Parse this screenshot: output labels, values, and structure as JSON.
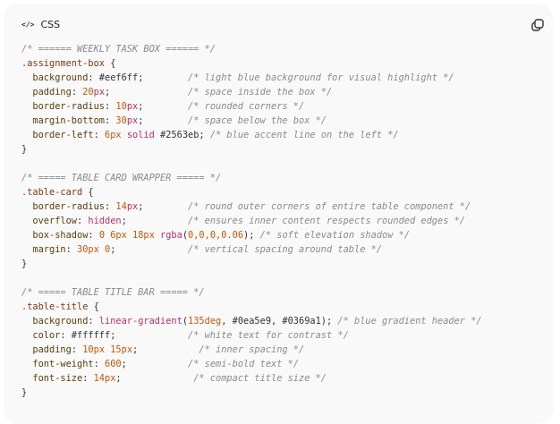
{
  "header": {
    "language": "CSS",
    "code_icon": "code-icon",
    "copy_icon": "copy-icon"
  },
  "code": [
    [
      [
        "c",
        "/* ====== WEEKLY TASK BOX ====== */"
      ]
    ],
    [
      [
        "s",
        ".assignment-box"
      ],
      [
        "t",
        " {"
      ]
    ],
    [
      [
        "t",
        "  "
      ],
      [
        "p",
        "background"
      ],
      [
        "t",
        ": #eef6ff;        "
      ],
      [
        "c",
        "/* light blue background for visual highlight */"
      ]
    ],
    [
      [
        "t",
        "  "
      ],
      [
        "p",
        "padding"
      ],
      [
        "t",
        ": "
      ],
      [
        "n",
        "20"
      ],
      [
        "u",
        "px"
      ],
      [
        "t",
        ";              "
      ],
      [
        "c",
        "/* space inside the box */"
      ]
    ],
    [
      [
        "t",
        "  "
      ],
      [
        "p",
        "border-radius"
      ],
      [
        "t",
        ": "
      ],
      [
        "n",
        "10"
      ],
      [
        "u",
        "px"
      ],
      [
        "t",
        ";        "
      ],
      [
        "c",
        "/* rounded corners */"
      ]
    ],
    [
      [
        "t",
        "  "
      ],
      [
        "p",
        "margin-bottom"
      ],
      [
        "t",
        ": "
      ],
      [
        "n",
        "30"
      ],
      [
        "u",
        "px"
      ],
      [
        "t",
        ";        "
      ],
      [
        "c",
        "/* space below the box */"
      ]
    ],
    [
      [
        "t",
        "  "
      ],
      [
        "p",
        "border-left"
      ],
      [
        "t",
        ": "
      ],
      [
        "n",
        "6px"
      ],
      [
        "t",
        " "
      ],
      [
        "k",
        "solid"
      ],
      [
        "t",
        " #2563eb; "
      ],
      [
        "c",
        "/* blue accent line on the left */"
      ]
    ],
    [
      [
        "t",
        "}"
      ]
    ],
    [],
    [
      [
        "c",
        "/* ===== TABLE CARD WRAPPER ===== */"
      ]
    ],
    [
      [
        "s",
        ".table-card"
      ],
      [
        "t",
        " {"
      ]
    ],
    [
      [
        "t",
        "  "
      ],
      [
        "p",
        "border-radius"
      ],
      [
        "t",
        ": "
      ],
      [
        "n",
        "14"
      ],
      [
        "u",
        "px"
      ],
      [
        "t",
        ";        "
      ],
      [
        "c",
        "/* round outer corners of entire table component */"
      ]
    ],
    [
      [
        "t",
        "  "
      ],
      [
        "p",
        "overflow"
      ],
      [
        "t",
        ": "
      ],
      [
        "k",
        "hidden"
      ],
      [
        "t",
        ";           "
      ],
      [
        "c",
        "/* ensures inner content respects rounded edges */"
      ]
    ],
    [
      [
        "t",
        "  "
      ],
      [
        "p",
        "box-shadow"
      ],
      [
        "t",
        ": "
      ],
      [
        "n",
        "0 6px 18px"
      ],
      [
        "t",
        " "
      ],
      [
        "k",
        "rgba"
      ],
      [
        "t",
        "("
      ],
      [
        "n",
        "0,0,0,0.06"
      ],
      [
        "t",
        "); "
      ],
      [
        "c",
        "/* soft elevation shadow */"
      ]
    ],
    [
      [
        "t",
        "  "
      ],
      [
        "p",
        "margin"
      ],
      [
        "t",
        ": "
      ],
      [
        "n",
        "30px 0"
      ],
      [
        "t",
        ";             "
      ],
      [
        "c",
        "/* vertical spacing around table */"
      ]
    ],
    [
      [
        "t",
        "}"
      ]
    ],
    [],
    [
      [
        "c",
        "/* ===== TABLE TITLE BAR ===== */"
      ]
    ],
    [
      [
        "s",
        ".table-title"
      ],
      [
        "t",
        " {"
      ]
    ],
    [
      [
        "t",
        "  "
      ],
      [
        "p",
        "background"
      ],
      [
        "t",
        ": "
      ],
      [
        "k",
        "linear-gradient"
      ],
      [
        "t",
        "("
      ],
      [
        "n",
        "135deg"
      ],
      [
        "t",
        ", #0ea5e9, #0369a1); "
      ],
      [
        "c",
        "/* blue gradient header */"
      ]
    ],
    [
      [
        "t",
        "  "
      ],
      [
        "p",
        "color"
      ],
      [
        "t",
        ": #ffffff;             "
      ],
      [
        "c",
        "/* white text for contrast */"
      ]
    ],
    [
      [
        "t",
        "  "
      ],
      [
        "p",
        "padding"
      ],
      [
        "t",
        ": "
      ],
      [
        "n",
        "10px 15px"
      ],
      [
        "t",
        ";           "
      ],
      [
        "c",
        "/* inner spacing */"
      ]
    ],
    [
      [
        "t",
        "  "
      ],
      [
        "p",
        "font-weight"
      ],
      [
        "t",
        ": "
      ],
      [
        "n",
        "600"
      ],
      [
        "t",
        ";           "
      ],
      [
        "c",
        "/* semi-bold text */"
      ]
    ],
    [
      [
        "t",
        "  "
      ],
      [
        "p",
        "font-size"
      ],
      [
        "t",
        ": "
      ],
      [
        "n",
        "14px"
      ],
      [
        "t",
        ";             "
      ],
      [
        "c",
        "/* compact title size */"
      ]
    ],
    [
      [
        "t",
        "}"
      ]
    ]
  ]
}
